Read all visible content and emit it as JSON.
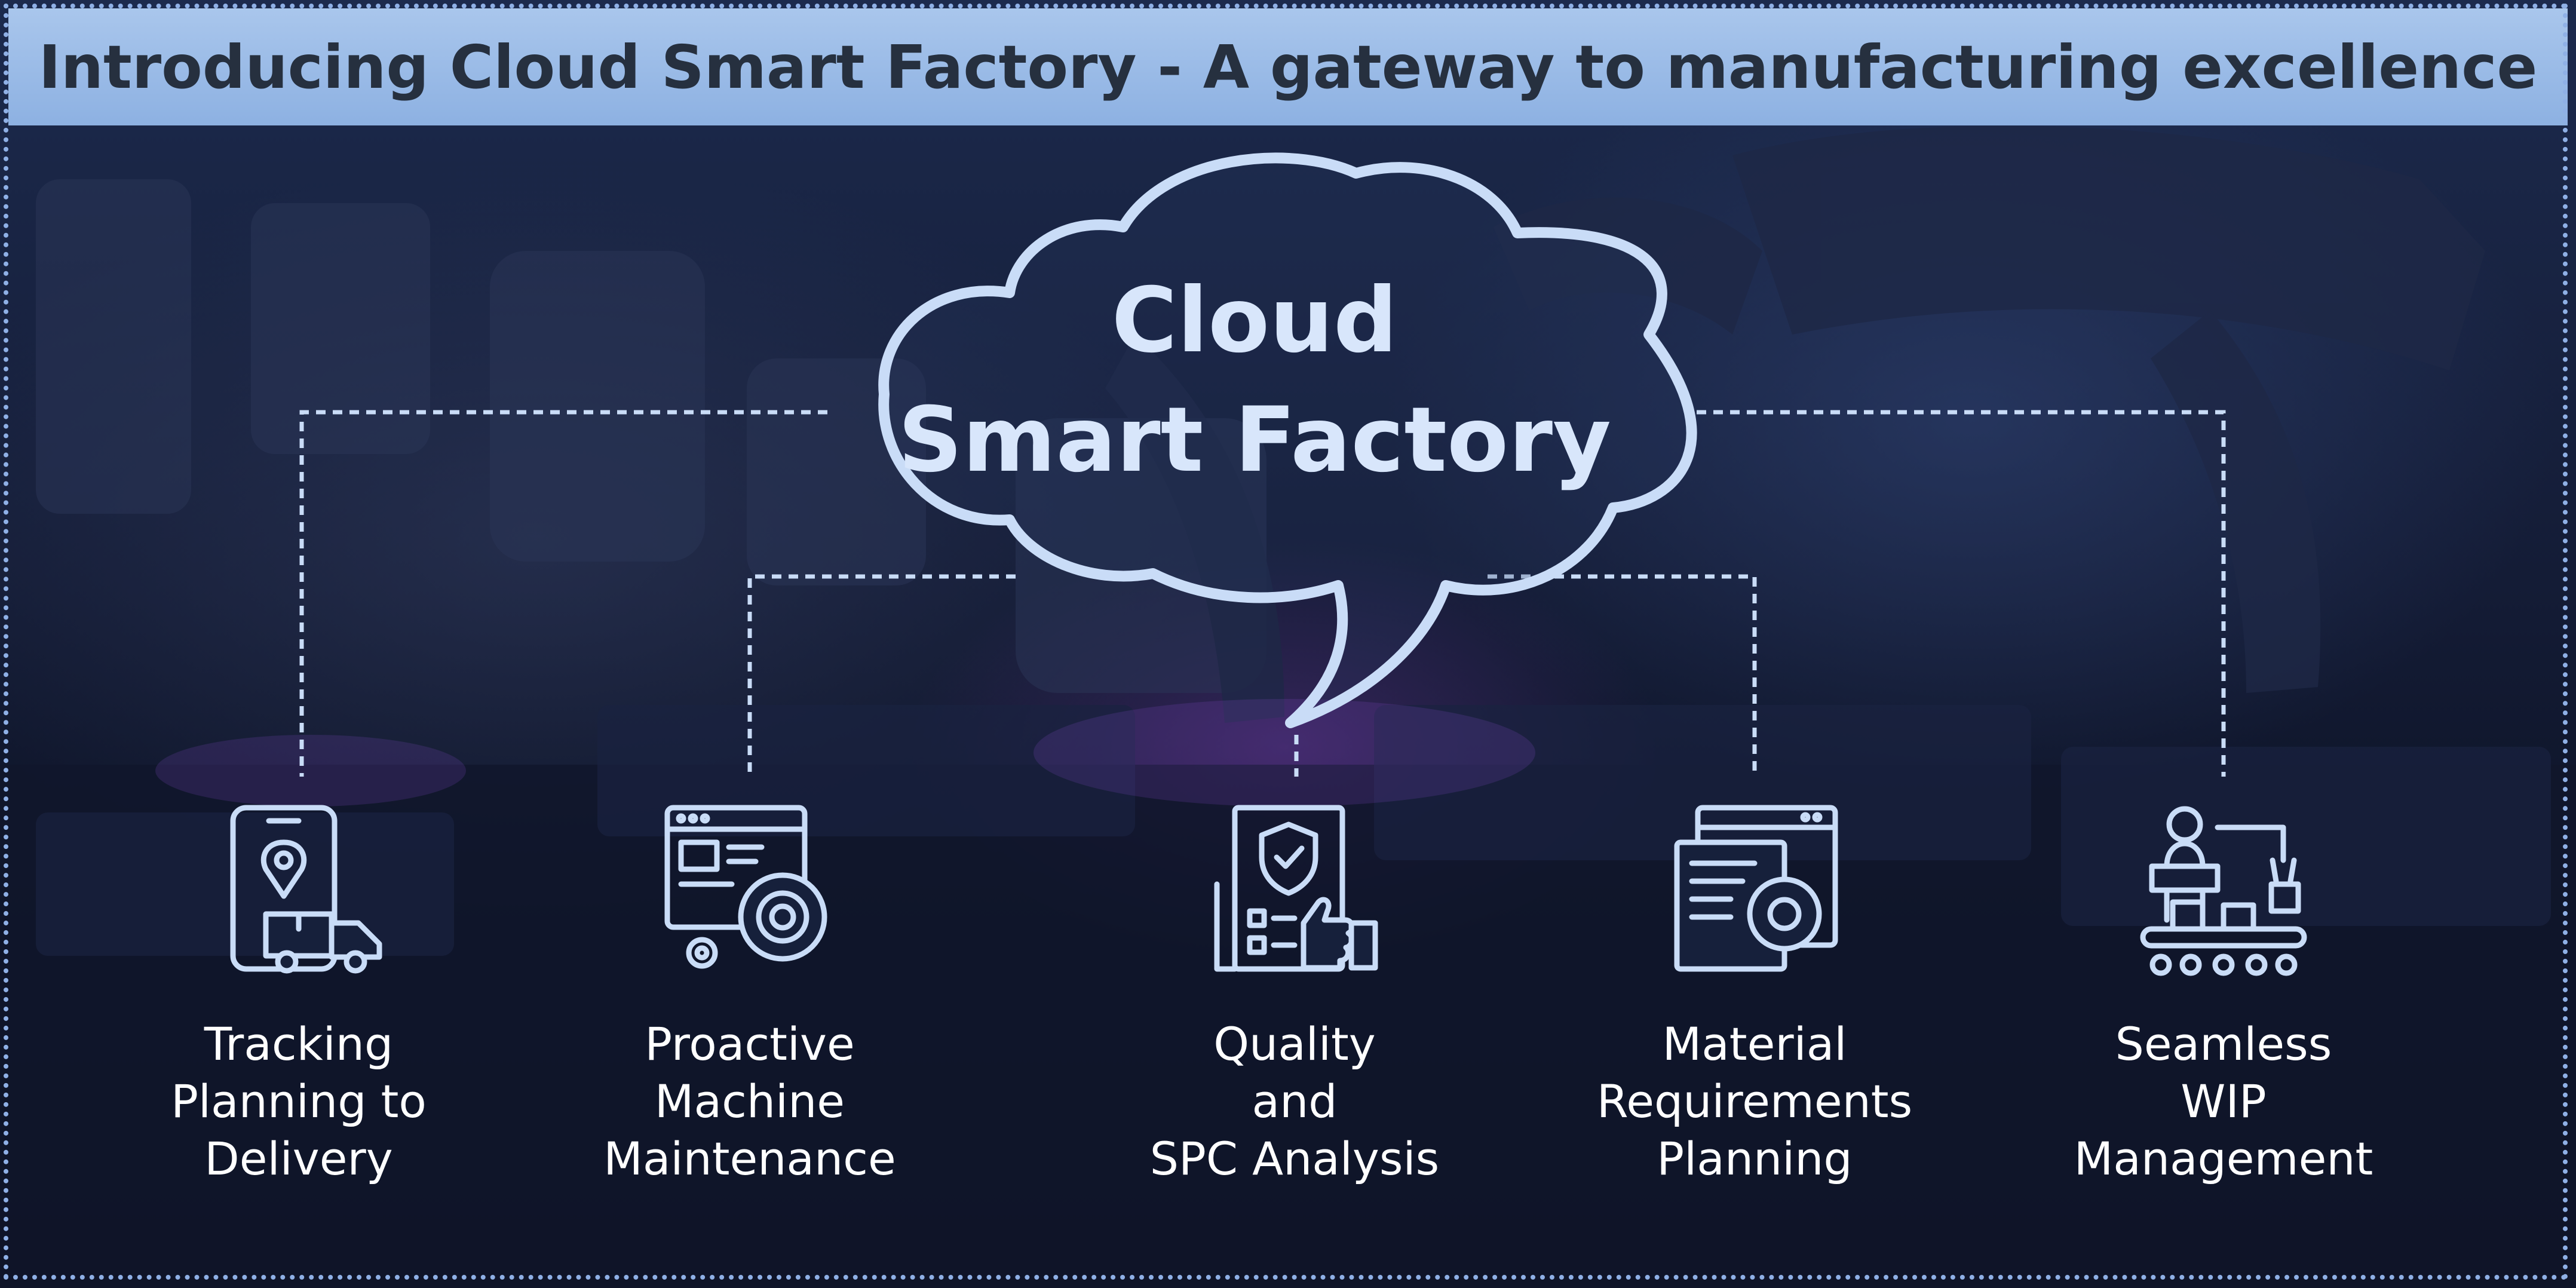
{
  "header": {
    "title": "Introducing Cloud Smart Factory - A gateway to manufacturing excellence"
  },
  "cloud": {
    "line1": "Cloud",
    "line2": "Smart Factory",
    "icon": "speech-cloud"
  },
  "features": [
    {
      "icon": "phone-location-truck-icon",
      "lines": [
        "Tracking",
        "Planning to",
        "Delivery"
      ]
    },
    {
      "icon": "browser-gear-icon",
      "lines": [
        "Proactive",
        "Machine",
        "Maintenance"
      ]
    },
    {
      "icon": "shield-checklist-thumbsup-icon",
      "lines": [
        "Quality",
        "and",
        "SPC Analysis"
      ]
    },
    {
      "icon": "document-gear-icon",
      "lines": [
        "Material",
        "Requirements",
        "Planning"
      ]
    },
    {
      "icon": "worker-conveyor-robot-icon",
      "lines": [
        "Seamless",
        "WIP",
        "Management"
      ]
    }
  ],
  "colors": {
    "title_bar": "#9dbde8",
    "title_text": "#26303f",
    "accent": "#c9dcf7",
    "connector": "#c9dcf7",
    "label_text": "#ffffff"
  }
}
